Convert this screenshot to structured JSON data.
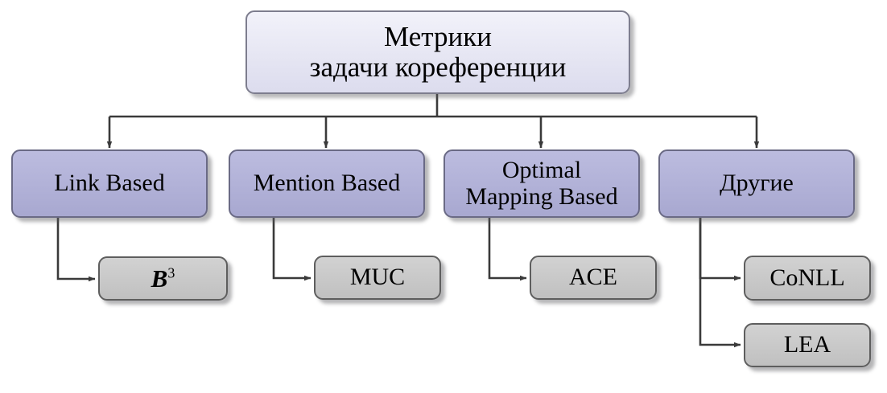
{
  "diagram": {
    "type": "tree-flowchart",
    "title_node": {
      "id": "root",
      "label": "Метрики\nзадачи кореференции",
      "lines": [
        "Метрики",
        "задачи кореференции"
      ],
      "fill_color": "#e6e6f3",
      "border_color": "#7d7d8e"
    },
    "categories": [
      {
        "id": "link-based",
        "label": "Link Based",
        "fill_color": "#b2b2d8",
        "border_color": "#6a6a85"
      },
      {
        "id": "mention-based",
        "label": "Mention Based",
        "fill_color": "#b2b2d8",
        "border_color": "#6a6a85"
      },
      {
        "id": "optimal-mapping-based",
        "label": "Optimal\nMapping Based",
        "fill_color": "#b2b2d8",
        "border_color": "#6a6a85"
      },
      {
        "id": "other",
        "label": "Другие",
        "fill_color": "#b2b2d8",
        "border_color": "#6a6a85"
      }
    ],
    "metrics": [
      {
        "id": "b-cubed",
        "label": "B3",
        "label_base": "B",
        "label_sup": "3",
        "is_math": true,
        "parent": "link-based",
        "fill_color": "#c9c9c9",
        "border_color": "#5e5e5e"
      },
      {
        "id": "muc",
        "label": "MUC",
        "is_math": false,
        "parent": "mention-based",
        "fill_color": "#c9c9c9",
        "border_color": "#5e5e5e"
      },
      {
        "id": "ace",
        "label": "ACE",
        "is_math": false,
        "parent": "optimal-mapping-based",
        "fill_color": "#c9c9c9",
        "border_color": "#5e5e5e"
      },
      {
        "id": "conll",
        "label": "CoNLL",
        "is_math": false,
        "parent": "other",
        "fill_color": "#c9c9c9",
        "border_color": "#5e5e5e"
      },
      {
        "id": "lea",
        "label": "LEA",
        "is_math": false,
        "parent": "other",
        "fill_color": "#c9c9c9",
        "border_color": "#5e5e5e"
      }
    ],
    "edges": [
      {
        "from": "root",
        "to": "link-based",
        "style": "orthogonal-arrow"
      },
      {
        "from": "root",
        "to": "mention-based",
        "style": "orthogonal-arrow"
      },
      {
        "from": "root",
        "to": "optimal-mapping-based",
        "style": "orthogonal-arrow"
      },
      {
        "from": "root",
        "to": "other",
        "style": "orthogonal-arrow"
      },
      {
        "from": "link-based",
        "to": "b-cubed",
        "style": "elbow-arrow"
      },
      {
        "from": "mention-based",
        "to": "muc",
        "style": "elbow-arrow"
      },
      {
        "from": "optimal-mapping-based",
        "to": "ace",
        "style": "elbow-arrow"
      },
      {
        "from": "other",
        "to": "conll",
        "style": "elbow-arrow"
      },
      {
        "from": "other",
        "to": "lea",
        "style": "elbow-arrow"
      }
    ],
    "connector_color": "#3a3a3a",
    "background_color": "#ffffff"
  }
}
